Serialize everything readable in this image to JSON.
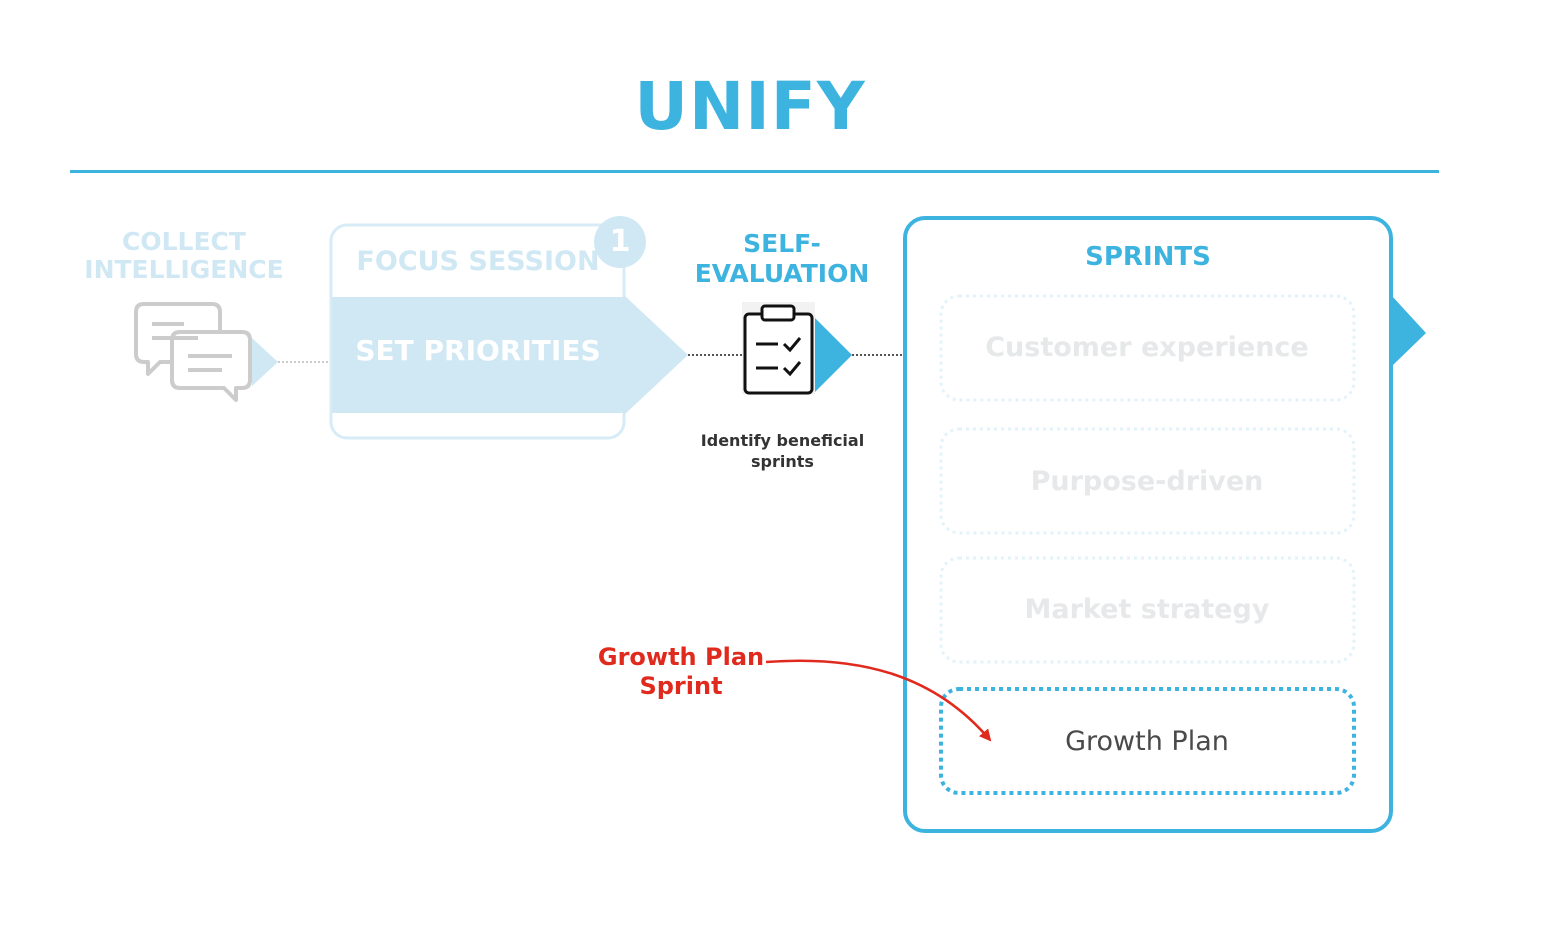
{
  "title": "UNIFY",
  "steps": {
    "collect": {
      "label_line1": "COLLECT",
      "label_line2": "INTELLIGENCE"
    },
    "focus": {
      "label": "FOCUS SESSION",
      "badge": "1",
      "action": "SET PRIORITIES"
    },
    "self_evaluation": {
      "label_line1": "SELF-",
      "label_line2": "EVALUATION",
      "description_line1": "Identify beneficial",
      "description_line2": "sprints"
    }
  },
  "sprints": {
    "title": "SPRINTS",
    "items": [
      "Customer experience",
      "Purpose-driven",
      "Market strategy",
      "Growth Plan"
    ],
    "highlighted_index": 3
  },
  "callout": {
    "line1": "Growth Plan",
    "line2": "Sprint"
  },
  "colors": {
    "accent": "#3db3e0",
    "faded_blue": "#cfe8f4",
    "callout_red": "#e02a1e",
    "icon_gray": "#cccccc",
    "faded_dotted": "#e3f3fa"
  },
  "icons": {
    "collect": "chat-bubbles-icon",
    "self_evaluation": "clipboard-checklist-icon"
  }
}
